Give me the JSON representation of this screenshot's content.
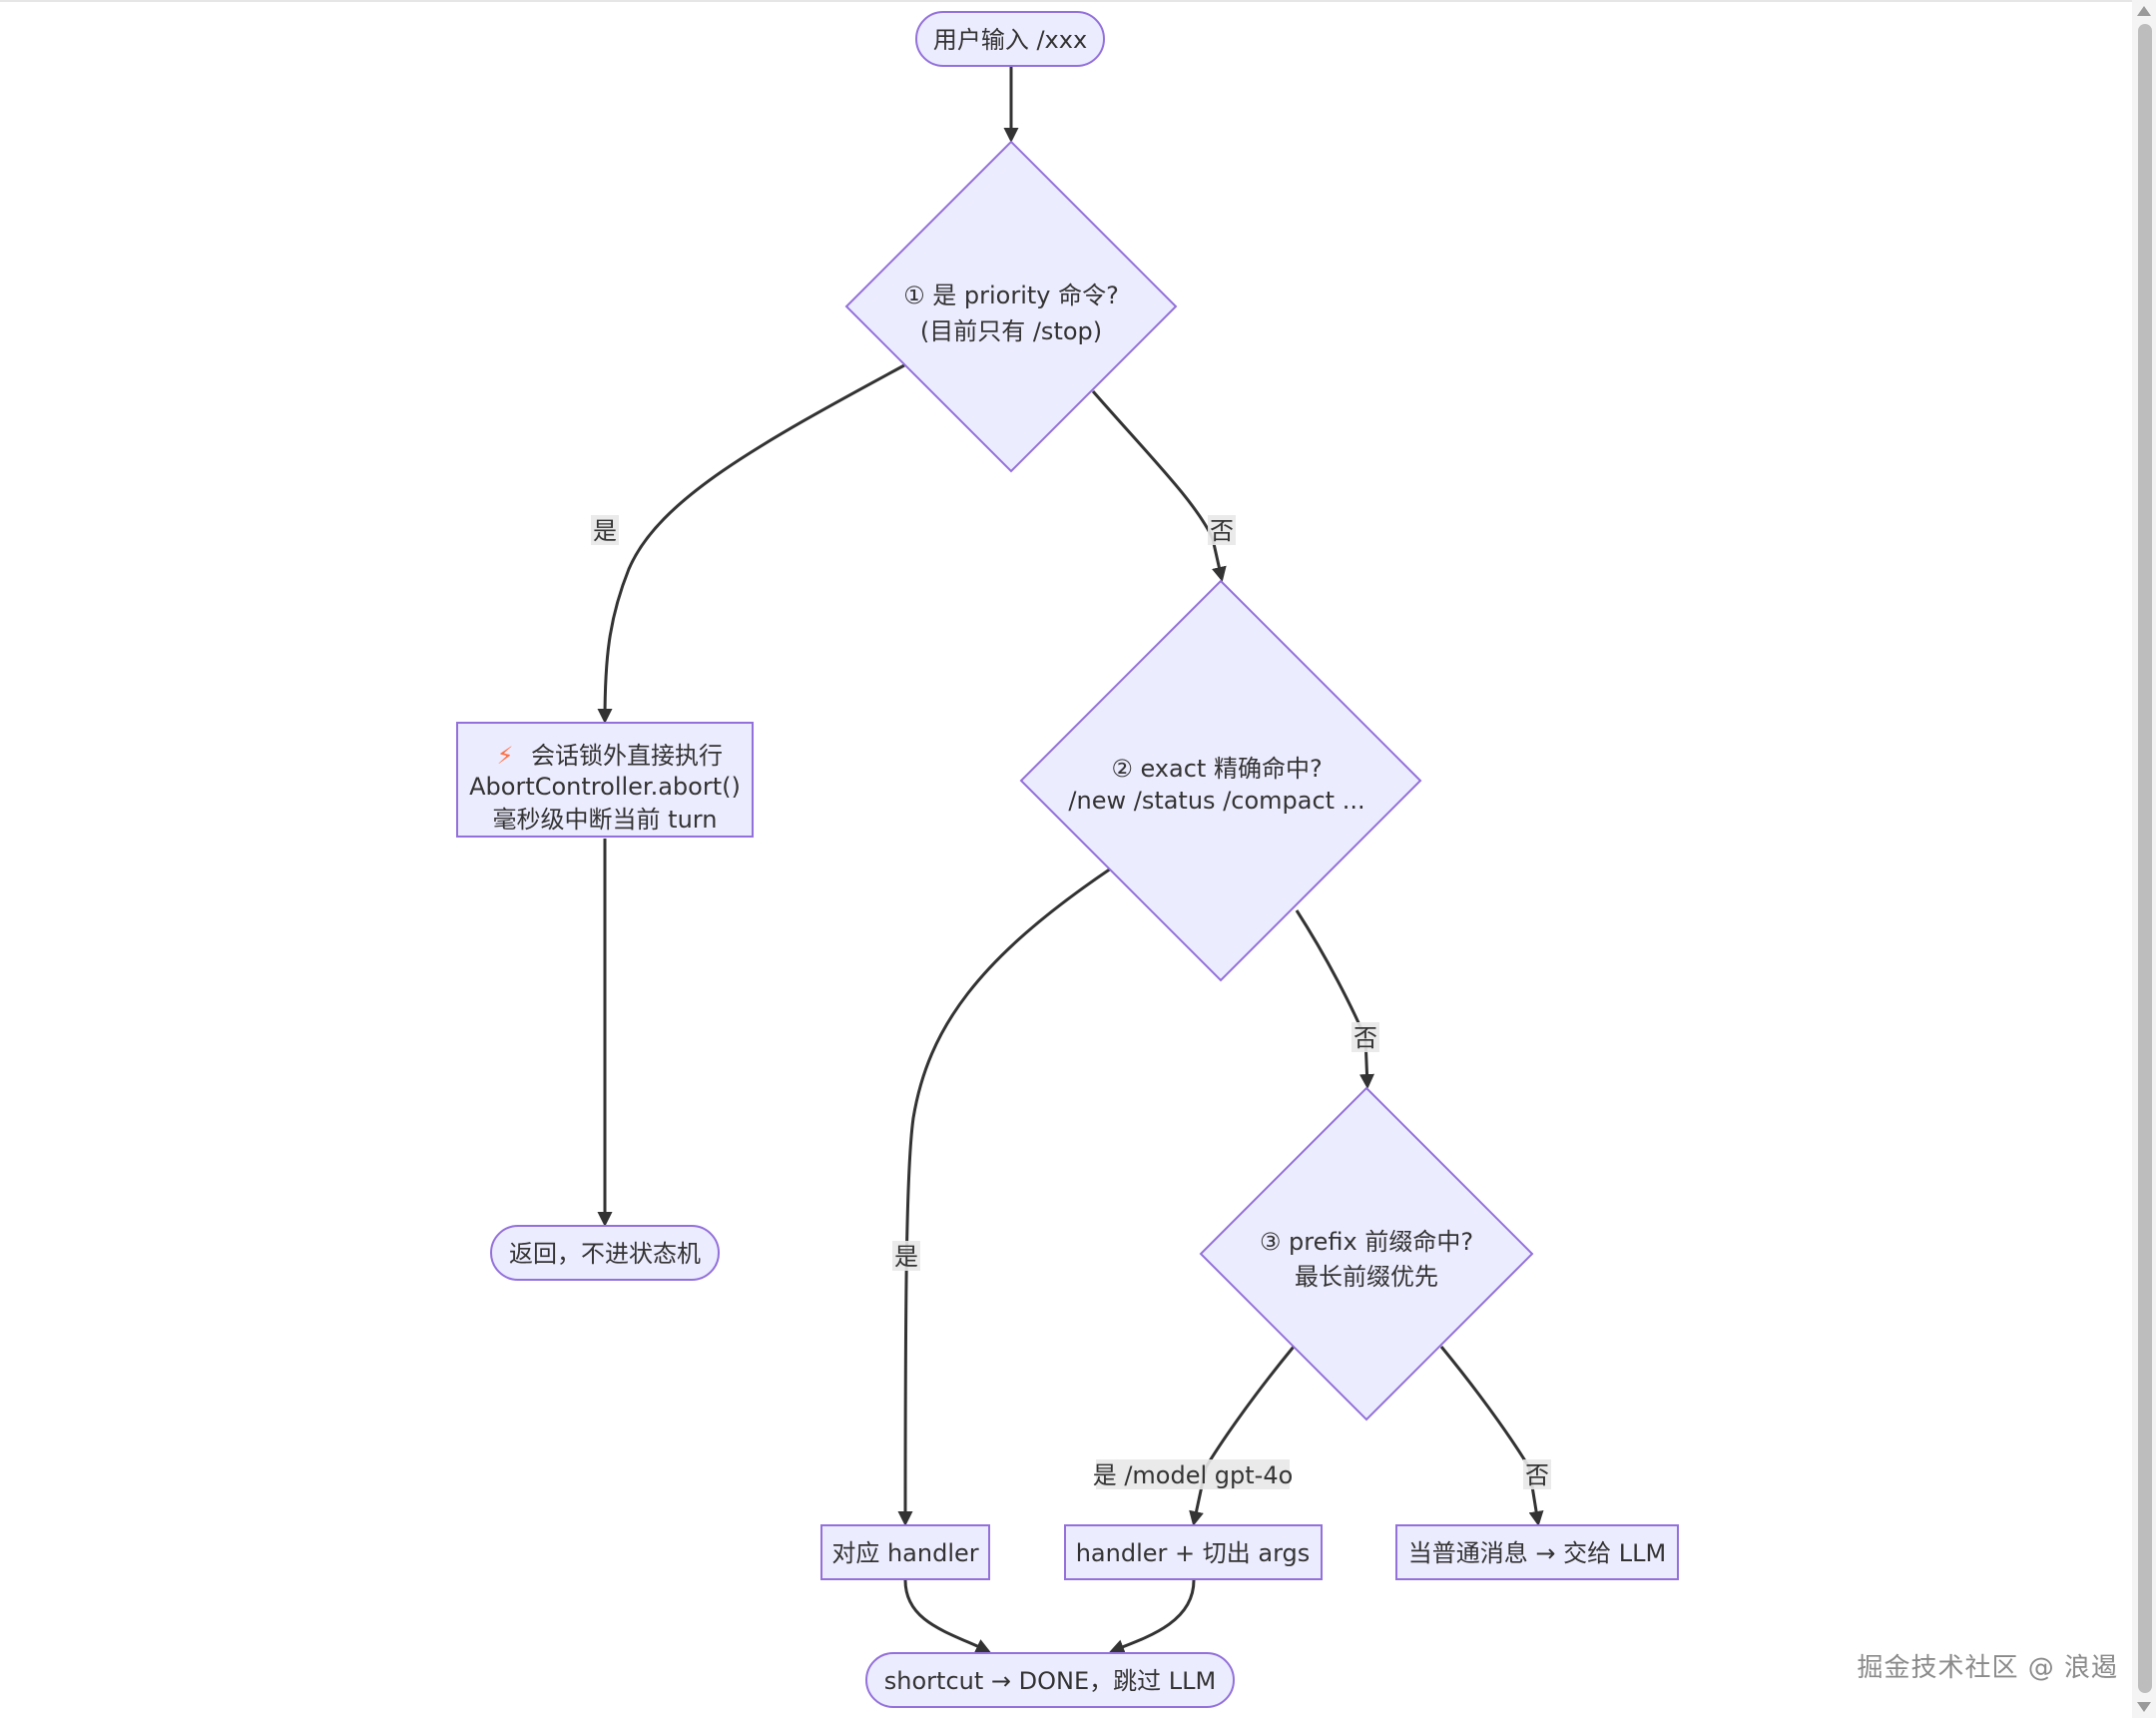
{
  "nodes": {
    "start": "用户输入 /xxx",
    "d1_line1": "① 是 priority 命令?",
    "d1_line2": "(目前只有 /stop)",
    "abort_icon": "⚡",
    "abort_line1": "会话锁外直接执行",
    "abort_line2": "AbortController.abort()",
    "abort_line3": "毫秒级中断当前 turn",
    "ret": "返回，不进状态机",
    "d2_line1": "② exact 精确命中?",
    "d2_line2": "/new /status /compact ...",
    "d3_line1": "③ prefix 前缀命中?",
    "d3_line2": "最长前缀优先",
    "handler": "对应 handler",
    "handler_args": "handler + 切出 args",
    "llm": "当普通消息 → 交给 LLM",
    "done": "shortcut → DONE，跳过 LLM"
  },
  "edge_labels": {
    "d1_yes": "是",
    "d1_no": "否",
    "d2_yes": "是",
    "d2_no": "否",
    "d3_yes": "是 /model gpt-4o",
    "d3_no": "否"
  },
  "watermark": "掘金技术社区 @ 浪遏",
  "colors": {
    "node_fill": "#ECECFF",
    "node_stroke": "#9370DB",
    "edge": "#333333",
    "abort_icon": "#ff7043"
  }
}
